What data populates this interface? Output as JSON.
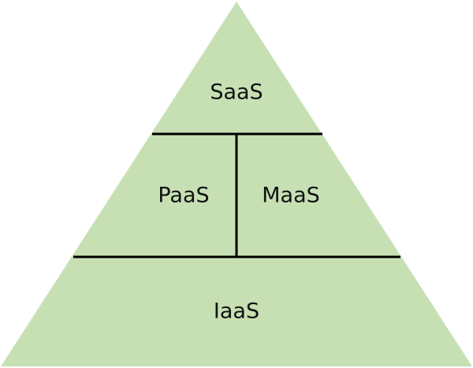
{
  "diagram": {
    "type": "pyramid",
    "fill_color": "#c6e0b4",
    "line_color": "#000000",
    "tiers": {
      "top": {
        "label": "SaaS"
      },
      "middle_left": {
        "label": "PaaS"
      },
      "middle_right": {
        "label": "MaaS"
      },
      "bottom": {
        "label": "IaaS"
      }
    }
  }
}
